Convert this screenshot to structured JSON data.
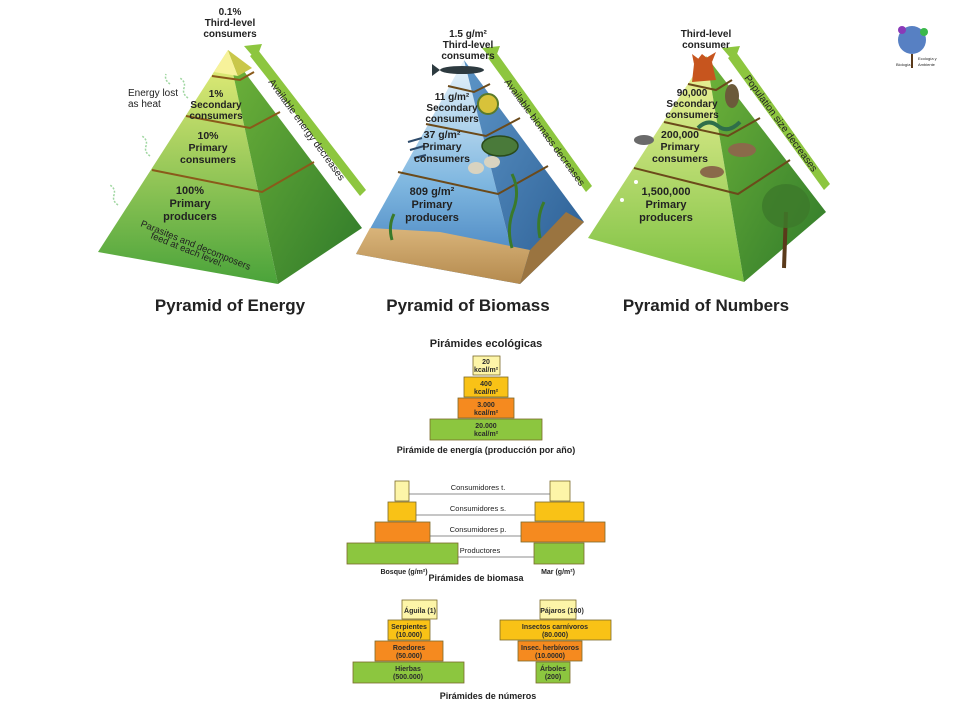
{
  "energy": {
    "caption": "Pyramid of Energy",
    "levels": [
      {
        "value": "0.1%",
        "name1": "Third-level",
        "name2": "consumers"
      },
      {
        "value": "1%",
        "name1": "Secondary",
        "name2": "consumers"
      },
      {
        "value": "10%",
        "name1": "Primary",
        "name2": "consumers"
      },
      {
        "value": "100%",
        "name1": "Primary",
        "name2": "producers"
      }
    ],
    "heat_label_1": "Energy lost",
    "heat_label_2": "as heat",
    "side_arrow": "Available energy decreases",
    "bottom_note_1": "Parasites and decomposers",
    "bottom_note_2": "feed at each level."
  },
  "biomass": {
    "caption": "Pyramid of Biomass",
    "levels": [
      {
        "value": "1.5 g/m²",
        "name1": "Third-level",
        "name2": "consumers"
      },
      {
        "value": "11 g/m²",
        "name1": "Secondary",
        "name2": "consumers"
      },
      {
        "value": "37 g/m²",
        "name1": "Primary",
        "name2": "consumers"
      },
      {
        "value": "809 g/m²",
        "name1": "Primary",
        "name2": "producers"
      }
    ],
    "side_arrow": "Available biomass decreases"
  },
  "numbers": {
    "caption": "Pyramid of Numbers",
    "levels": [
      {
        "value": "",
        "name1": "Third-level",
        "name2": "consumer"
      },
      {
        "value": "90,000",
        "name1": "Secondary",
        "name2": "consumers"
      },
      {
        "value": "200,000",
        "name1": "Primary",
        "name2": "consumers"
      },
      {
        "value": "1,500,000",
        "name1": "Primary",
        "name2": "producers"
      }
    ],
    "side_arrow": "Population size decreases"
  },
  "colors": {
    "light_yellow": "#fdf5a8",
    "yellow": "#f9c216",
    "orange": "#f58a1f",
    "green": "#8cc63f",
    "border": "#7a6a2a"
  },
  "energia": {
    "title": "Pirámides ecológicas",
    "caption": "Pirámide de energía (producción por año)",
    "levels": [
      {
        "l1": "20",
        "l2": "kcal/m²"
      },
      {
        "l1": "400",
        "l2": "kcal/m²"
      },
      {
        "l1": "3.000",
        "l2": "kcal/m²"
      },
      {
        "l1": "20.000",
        "l2": "kcal/m²"
      }
    ]
  },
  "biomasa": {
    "caption": "Pirámides de biomasa",
    "labels": [
      "Consumidores t.",
      "Consumidores s.",
      "Consumidores p.",
      "Productores"
    ],
    "left_label": "Bosque (g/m²)",
    "right_label": "Mar (g/m²)"
  },
  "numeros": {
    "caption": "Pirámides de números",
    "left": [
      {
        "l1": "Águila (1)",
        "l2": ""
      },
      {
        "l1": "Serpientes",
        "l2": "(10.000)"
      },
      {
        "l1": "Roedores",
        "l2": "(50.000)"
      },
      {
        "l1": "Hierbas",
        "l2": "(500.000)"
      }
    ],
    "right": [
      {
        "l1": "Pájaros (100)",
        "l2": ""
      },
      {
        "l1": "Insectos carnívoros",
        "l2": "(80.000)"
      },
      {
        "l1": "Insec. herbívoros",
        "l2": "(10.0000)"
      },
      {
        "l1": "Árboles",
        "l2": "(200)"
      }
    ]
  },
  "logo": {
    "text1": "Biología",
    "text2": "Ecología y",
    "text3": "Ambiente"
  }
}
